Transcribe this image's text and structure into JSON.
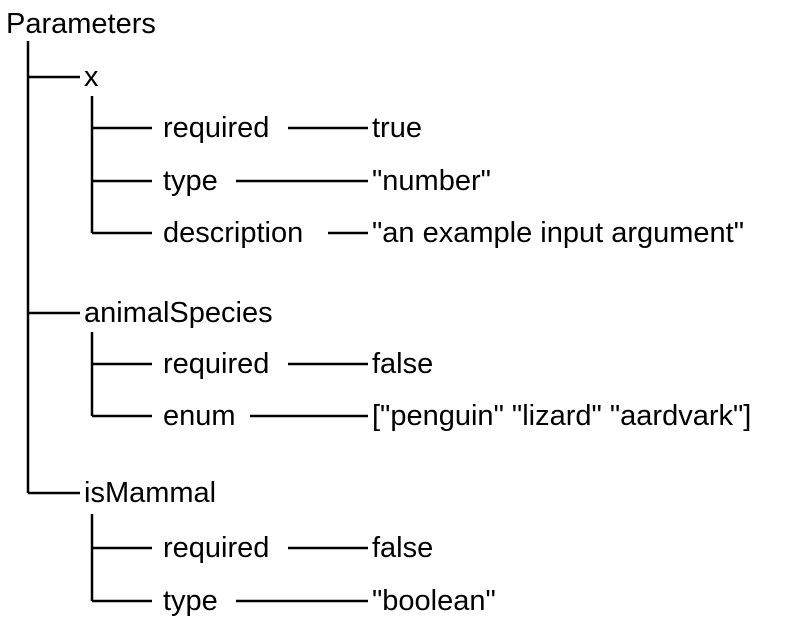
{
  "tree": {
    "root": "Parameters",
    "params": [
      {
        "name": "x",
        "props": [
          {
            "key": "required",
            "value": "true"
          },
          {
            "key": "type",
            "value": "\"number\""
          },
          {
            "key": "description",
            "value": "\"an example input argument\""
          }
        ]
      },
      {
        "name": "animalSpecies",
        "props": [
          {
            "key": "required",
            "value": "false"
          },
          {
            "key": "enum",
            "value": "[\"penguin\" \"lizard\" \"aardvark\"]"
          }
        ]
      },
      {
        "name": "isMammal",
        "props": [
          {
            "key": "required",
            "value": "false"
          },
          {
            "key": "type",
            "value": "\"boolean\""
          }
        ]
      }
    ]
  }
}
